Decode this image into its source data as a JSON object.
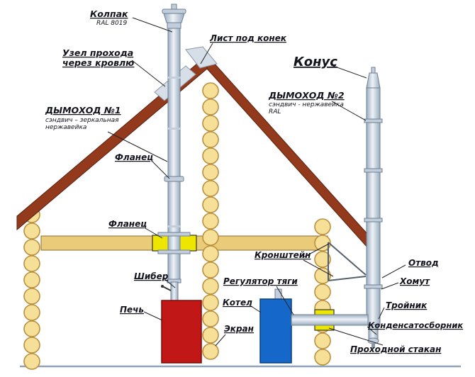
{
  "diagram": {
    "kind": "chimney-installation-scheme",
    "language": "ru"
  },
  "labels": {
    "kolpak": {
      "text": "Колпак",
      "sub": "RAL 8019"
    },
    "list_pod_konek": "Лист под конек",
    "uzel_prohoda": {
      "line1": "Узел прохода",
      "line2": "через кровлю"
    },
    "konus": "Конус",
    "dymohod1": {
      "title": "ДЫМОХОД №1",
      "sub1": "сэндвич – зеркальная",
      "sub2": "нержавейка"
    },
    "dymohod2": {
      "title": "ДЫМОХОД №2",
      "sub1": "сэндвич - нержавейка",
      "sub2": "RAL"
    },
    "flanec_top": "Фланец",
    "flanec_bottom": "Фланец",
    "kronshtein": "Кронштейн",
    "otvod": "Отвод",
    "homut": "Хомут",
    "shiber": "Шибер",
    "regulator_tyagi": "Регулятор тяги",
    "kotel": "Котел",
    "troinik": "Тройник",
    "kondensatosbornik": "Конденсатосборник",
    "pech": "Печь",
    "ekran": "Экран",
    "prohodnoy_stakan": "Проходной стакан"
  },
  "colors": {
    "roof": "#93391C",
    "roof_stroke": "#5A2110",
    "log_fill": "#F6DF96",
    "log_stroke": "#B9903E",
    "beam": "#EACB7A",
    "beam_stroke": "#8A6D2F",
    "stove": "#C21717",
    "stove_stroke": "#7A0D0D",
    "boiler": "#1568C9",
    "boiler_stroke": "#0C3E7C",
    "pass_block": "#EFE600",
    "pass_block_stroke": "#333333",
    "pipe_light": "#EDF2F7",
    "pipe_mid": "#C2CEDB",
    "pipe_dark": "#9AACBF",
    "pipe_outline": "#6F8094",
    "plate": "#D6DFE8",
    "bracket": "#55606C",
    "ground": "#8FA3B8",
    "label_ink": "#14141E"
  }
}
